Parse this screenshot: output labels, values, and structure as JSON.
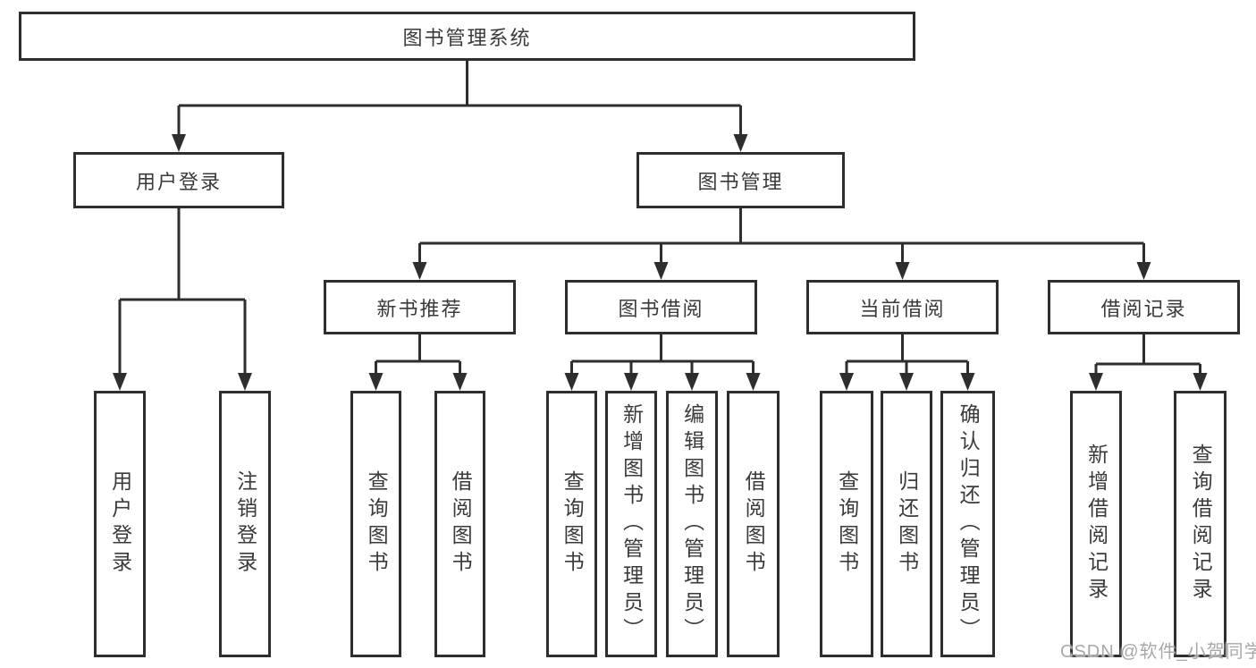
{
  "colors": {
    "line": "#2e2e2e",
    "box_border": "#2e2e2e",
    "box_fill": "#ffffff",
    "text": "#3a3a3a",
    "watermark": "#a8a8a8",
    "background": "#ffffff"
  },
  "diagram": {
    "root": {
      "label": "图书管理系统"
    },
    "branches": [
      {
        "label": "用户登录",
        "children": [
          {
            "label": "用户登录"
          },
          {
            "label": "注销登录"
          }
        ]
      },
      {
        "label": "图书管理",
        "sections": [
          {
            "label": "新书推荐",
            "children": [
              {
                "label": "查询图书"
              },
              {
                "label": "借阅图书"
              }
            ]
          },
          {
            "label": "图书借阅",
            "children": [
              {
                "label": "查询图书"
              },
              {
                "label": "新增图书（管理员）"
              },
              {
                "label": "编辑图书（管理员）"
              },
              {
                "label": "借阅图书"
              }
            ]
          },
          {
            "label": "当前借阅",
            "children": [
              {
                "label": "查询图书"
              },
              {
                "label": "归还图书"
              },
              {
                "label": "确认归还（管理员）"
              }
            ]
          },
          {
            "label": "借阅记录",
            "children": [
              {
                "label": "新增借阅记录"
              },
              {
                "label": "查询借阅记录"
              }
            ]
          }
        ]
      }
    ]
  },
  "watermark": {
    "text": "CSDN @软件_小贺同学"
  }
}
